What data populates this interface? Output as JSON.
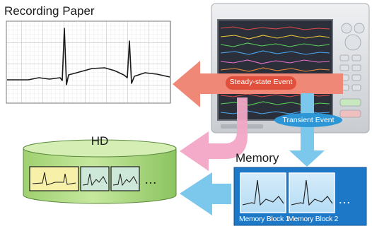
{
  "labels": {
    "recording_paper": "Recording Paper",
    "hd": "HD",
    "memory": "Memory",
    "steady_state_event": "Steady-state Event",
    "transient_event": "Transient Event",
    "memory_block_1": "Memory Block 1",
    "memory_block_2": "Memory Block 2",
    "hd_ellipsis": "…",
    "memory_ellipsis": "…"
  },
  "colors": {
    "steady_arrow": "#f08878",
    "steady_badge": "#e0503c",
    "transient_arrow": "#7cc8ec",
    "transient_badge": "#2d96d6",
    "pink_arrow": "#f2a6c6",
    "hd_body": "#b8e08c",
    "memory_box": "#1e78c8",
    "paper_grid": "#c8c8c8"
  }
}
